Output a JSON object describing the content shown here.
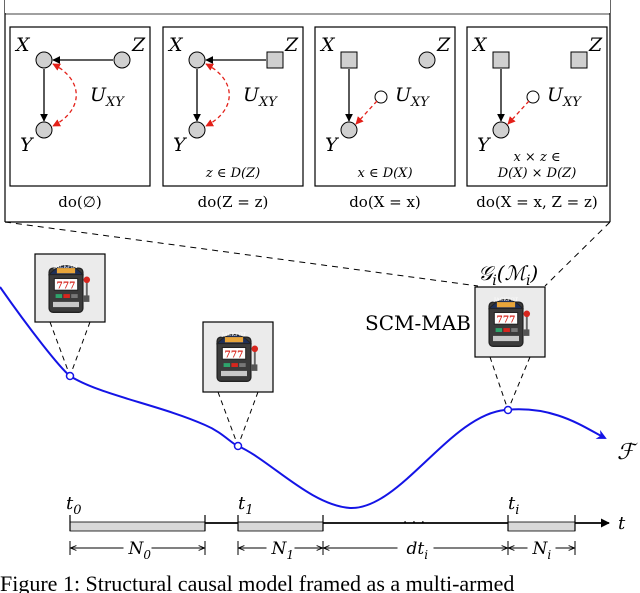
{
  "panels": [
    {
      "nodes": {
        "x": "X",
        "z": "Z",
        "y": "Y"
      },
      "latent": "U",
      "latent_sub": "XY",
      "domain": "",
      "domain_line2": "",
      "intervention": "do(∅)"
    },
    {
      "nodes": {
        "x": "X",
        "z": "Z",
        "y": "Y"
      },
      "latent": "U",
      "latent_sub": "XY",
      "domain": "z ∈ D(Z)",
      "domain_line2": "",
      "intervention": "do(Z = z)"
    },
    {
      "nodes": {
        "x": "X",
        "z": "Z",
        "y": "Y"
      },
      "latent": "U",
      "latent_sub": "XY",
      "domain": "x ∈ D(X)",
      "domain_line2": "",
      "intervention": "do(X = x)"
    },
    {
      "nodes": {
        "x": "X",
        "z": "Z",
        "y": "Y"
      },
      "latent": "U",
      "latent_sub": "XY",
      "domain": "x × z ∈",
      "domain_line2": "D(X) × D(Z)",
      "intervention": "do(X = x, Z = z)"
    }
  ],
  "scm_label": "SCM-MAB",
  "graph_label": "𝒢",
  "graph_label_sub": "i",
  "graph_label_arg": "(ℳ",
  "graph_label_arg_sub": "i",
  "graph_label_close": ")",
  "curve_label": "ℱ",
  "jackpot_text": "JACKPOT",
  "slot_digits": "777",
  "timeline": {
    "axis_label": "t",
    "ellipsis": "· · ·",
    "ticks": [
      {
        "name": "t",
        "sub": "0"
      },
      {
        "name": "t",
        "sub": "1"
      },
      {
        "name": "t",
        "sub": "i"
      }
    ],
    "spans": [
      {
        "name": "N",
        "sub": "0"
      },
      {
        "name": "N",
        "sub": "1"
      },
      {
        "name": "dt",
        "sub": "i"
      },
      {
        "name": "N",
        "sub": "i"
      }
    ]
  },
  "caption": "Figure 1: Structural causal model framed as a multi-armed",
  "colors": {
    "curve": "#1414e6",
    "latent_edge": "#e32019",
    "node_fill": "#d0d0d0",
    "bar_fill": "#d9d9d9"
  }
}
